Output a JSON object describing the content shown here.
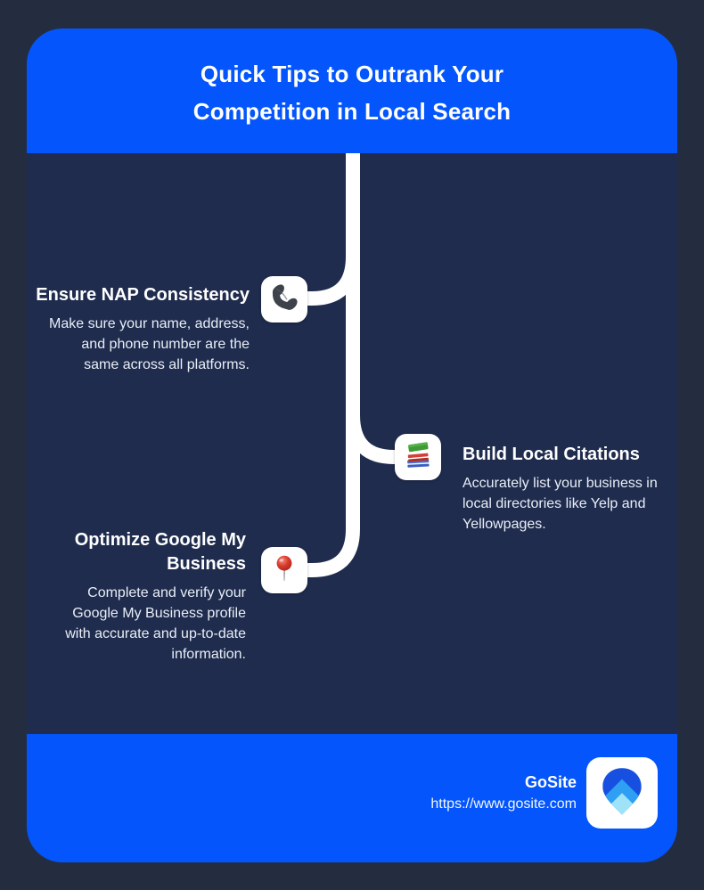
{
  "header": {
    "title_lines": [
      "Quick Tips to Outrank Your",
      "Competition in Local Search"
    ]
  },
  "items": [
    {
      "icon": "phone-receiver-icon",
      "title_lines": [
        "Ensure NAP Consistency"
      ],
      "desc_lines": [
        "Make sure your name, address,",
        "and phone number are the",
        "same across all platforms."
      ]
    },
    {
      "icon": "books-stack-icon",
      "title_lines": [
        "Build Local Citations"
      ],
      "desc_lines": [
        "Accurately list your business in",
        "local directories like Yelp and",
        "Yellowpages."
      ]
    },
    {
      "icon": "round-pushpin-icon",
      "title_lines": [
        "Optimize Google My",
        "Business"
      ],
      "desc_lines": [
        "Complete and verify your",
        "Google My Business profile",
        "with accurate and up-to-date",
        "information."
      ]
    }
  ],
  "footer": {
    "brand": "GoSite",
    "url": "https://www.gosite.com"
  },
  "colors": {
    "accent_blue": "#0456FC",
    "card_navy": "#1F2C4E",
    "page_bg": "#242D40",
    "flow_line": "#FFFFFF",
    "logo_dark_blue": "#1750E0",
    "logo_mid_blue": "#2F9FF3",
    "logo_light_blue": "#9FE3F9"
  }
}
